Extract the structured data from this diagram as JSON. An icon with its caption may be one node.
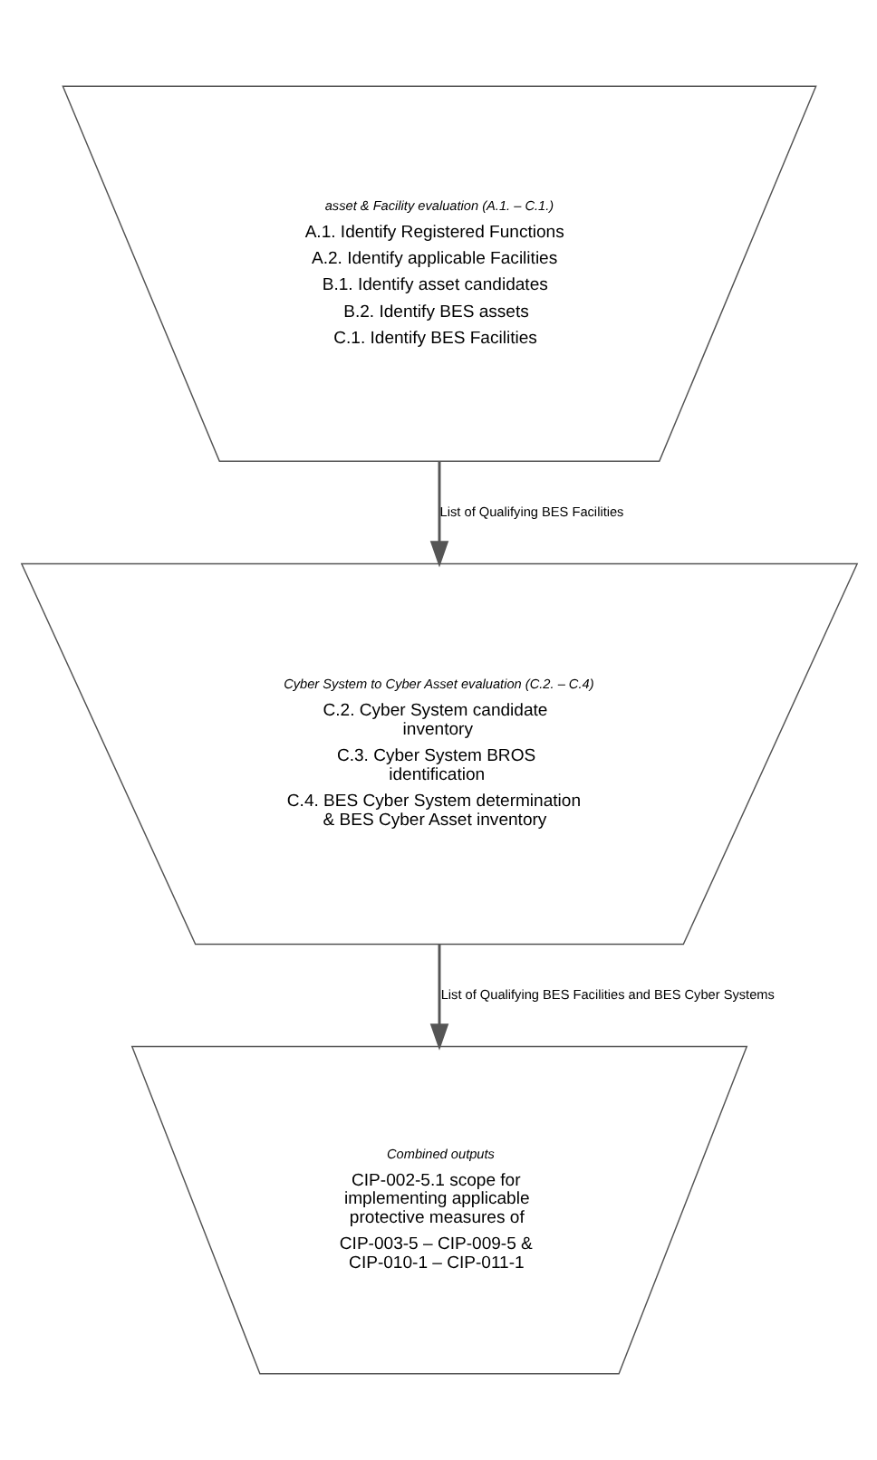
{
  "diagram": {
    "nodes": [
      {
        "text": [
          "asset & Facility evaluation (A.1. – C.1.)",
          "A.1. Identify Registered Functions",
          "A.2. Identify applicable Facilities",
          "B.1. Identify asset candidates",
          "B.2. Identify BES assets",
          "C.1. Identify BES Facilities"
        ]
      },
      {
        "text": [
          "Cyber System to Cyber Asset evaluation (C.2. – C.4)",
          "C.2. Cyber System candidate inventory",
          "C.3. Cyber System BROS identification",
          "C.4. BES Cyber System determination & BES Cyber Asset inventory"
        ]
      },
      {
        "text": [
          "Combined outputs",
          "CIP-002-5.1 scope for implementing applicable protective measures of",
          "CIP-003-5 – CIP-009-5 & CIP-010-1 – CIP-011-1"
        ]
      }
    ],
    "edges": [
      {
        "from": 0,
        "to": 1,
        "arrow": "to",
        "label": "List of Qualifying BES Facilities"
      },
      {
        "from": 1,
        "to": 2,
        "arrow": "to",
        "label": "List of Qualifying BES Facilities and BES Cyber Systems"
      }
    ]
  }
}
